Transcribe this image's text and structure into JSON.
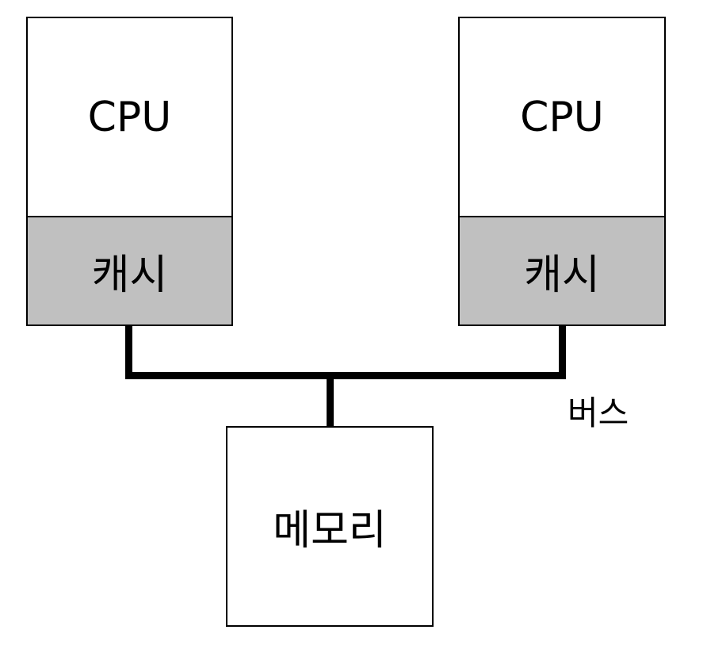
{
  "diagram": {
    "left_cpu": {
      "label": "CPU"
    },
    "left_cache": {
      "label": "캐시"
    },
    "right_cpu": {
      "label": "CPU"
    },
    "right_cache": {
      "label": "캐시"
    },
    "bus": {
      "label": "버스"
    },
    "memory": {
      "label": "메모리"
    },
    "colors": {
      "cache_fill": "#c0c0c0",
      "line": "#000000",
      "background": "#ffffff"
    }
  }
}
